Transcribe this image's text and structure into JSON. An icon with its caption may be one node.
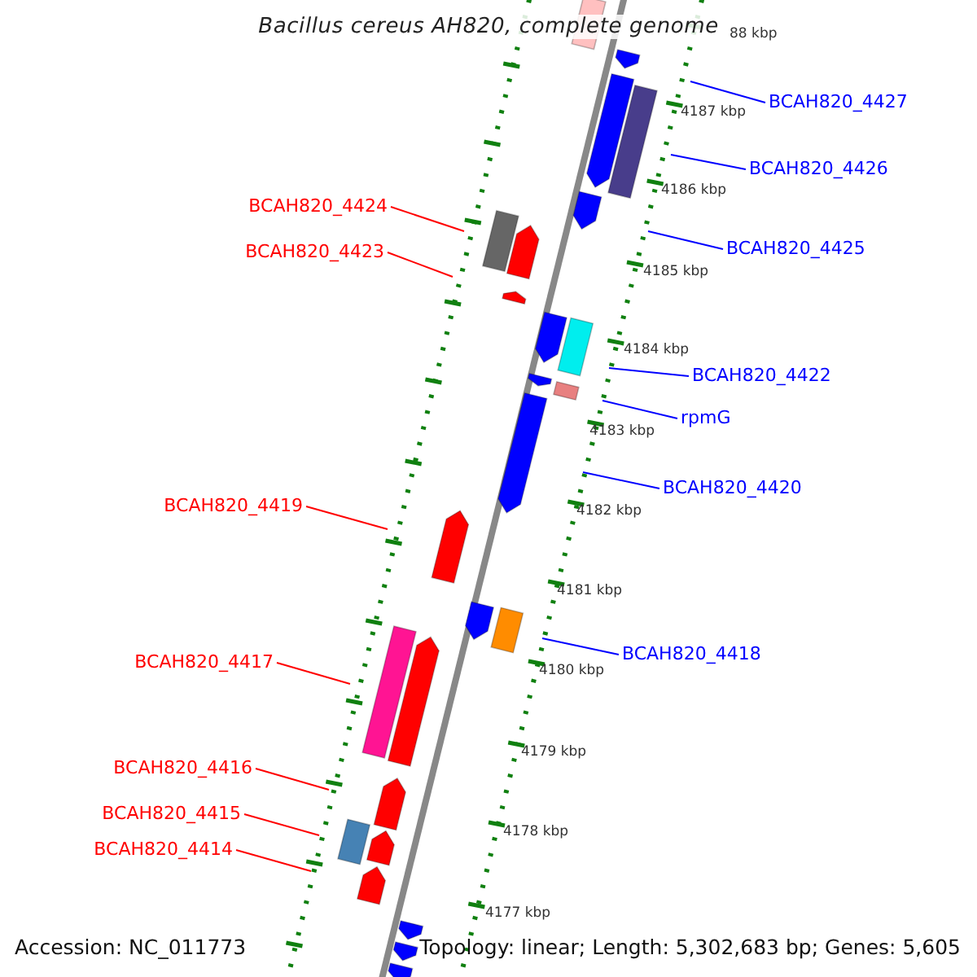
{
  "diagram": {
    "title": "Bacillus cereus AH820, complete genome",
    "nodes": [
      {
        "text": [
          "BCAH820_4427"
        ]
      },
      {
        "text": [
          "BCAH820_4426"
        ]
      },
      {
        "text": [
          "BCAH820_4424"
        ]
      },
      {
        "text": [
          "BCAH820_4425"
        ]
      },
      {
        "text": [
          "BCAH820_4423"
        ]
      },
      {
        "text": [
          "BCAH820_4422"
        ]
      },
      {
        "text": [
          "rpmG"
        ]
      },
      {
        "text": [
          "BCAH820_4420"
        ]
      },
      {
        "text": [
          "BCAH820_4419"
        ]
      },
      {
        "text": [
          "BCAH820_4418"
        ]
      },
      {
        "text": [
          "BCAH820_4417"
        ]
      },
      {
        "text": [
          "BCAH820_4416"
        ]
      },
      {
        "text": [
          "BCAH820_4415"
        ]
      },
      {
        "text": [
          "BCAH820_4414"
        ]
      }
    ],
    "edges": [
      {
        "from": 0,
        "to": null,
        "arrow": "none",
        "color": "#0000ff"
      },
      {
        "from": 1,
        "to": null,
        "arrow": "none",
        "color": "#0000ff"
      },
      {
        "from": 2,
        "to": null,
        "arrow": "none",
        "color": "#ff0000"
      },
      {
        "from": 3,
        "to": null,
        "arrow": "none",
        "color": "#0000ff"
      },
      {
        "from": 4,
        "to": null,
        "arrow": "none",
        "color": "#ff0000"
      },
      {
        "from": 5,
        "to": null,
        "arrow": "none",
        "color": "#0000ff"
      },
      {
        "from": 6,
        "to": null,
        "arrow": "none",
        "color": "#0000ff"
      },
      {
        "from": 7,
        "to": null,
        "arrow": "none",
        "color": "#0000ff"
      },
      {
        "from": 8,
        "to": null,
        "arrow": "none",
        "color": "#ff0000"
      },
      {
        "from": 9,
        "to": null,
        "arrow": "none",
        "color": "#0000ff"
      },
      {
        "from": 10,
        "to": null,
        "arrow": "none",
        "color": "#ff0000"
      },
      {
        "from": 11,
        "to": null,
        "arrow": "none",
        "color": "#ff0000"
      },
      {
        "from": 12,
        "to": null,
        "arrow": "none",
        "color": "#ff0000"
      },
      {
        "from": 13,
        "to": null,
        "arrow": "none",
        "color": "#ff0000"
      }
    ],
    "labels": [
      "88 kbp",
      "4187 kbp",
      "4186 kbp",
      "4185 kbp",
      "4184 kbp",
      "4183 kbp",
      "4182 kbp",
      "4181 kbp",
      "4180 kbp",
      "4179 kbp",
      "4178 kbp",
      "4177 kbp",
      "Accession: NC_011773",
      "Topology: linear; Length: 5,302,683 bp; Genes: 5,605"
    ]
  }
}
